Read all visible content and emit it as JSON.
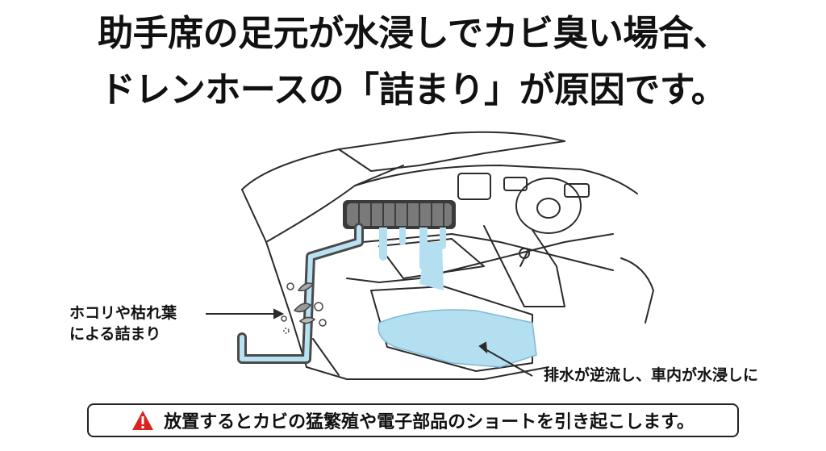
{
  "title": {
    "line1": "助手席の足元が水浸しでカビ臭い場合、",
    "line2": "ドレンホースの「詰まり」が原因です。"
  },
  "callouts": {
    "clog_line1": "ホコリや枯れ葉",
    "clog_line2": "による詰まり",
    "backflow": "排水が逆流し、車内が水浸しに"
  },
  "warning": {
    "icon": "warning-triangle-icon",
    "text": "放置するとカビの猛繁殖や電子部品のショートを引き起こします。",
    "icon_color": "#d9231f"
  },
  "colors": {
    "water": "#b3dff0",
    "hose_outer": "#4a4a4a",
    "hose_inner": "#b8e2f2",
    "line": "#2b2b2b"
  }
}
